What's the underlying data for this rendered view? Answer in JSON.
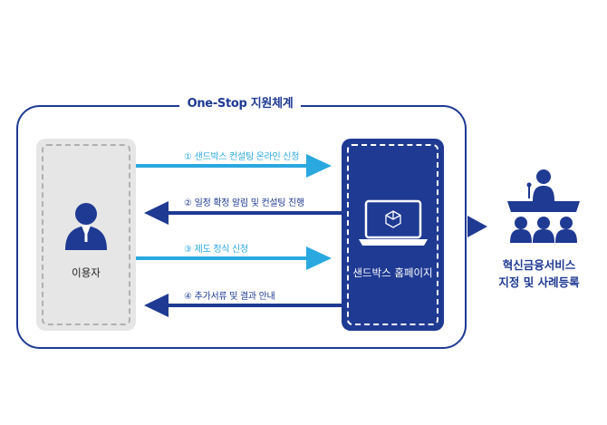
{
  "frame_title": "One-Stop 지원체계",
  "user": {
    "label": "이용자",
    "icon": "user-icon"
  },
  "site": {
    "label": "샌드박스 홈페이지",
    "icon": "laptop-icon"
  },
  "steps": [
    {
      "num": "①",
      "label": "샌드박스 컨설팅 온라인 신청",
      "direction": "to-site",
      "color": "#2aa8e0"
    },
    {
      "num": "②",
      "label": "일정 확정 알림 및 컨설팅 진행",
      "direction": "to-user",
      "color": "#1f3a93"
    },
    {
      "num": "③",
      "label": "제도 정식 신청",
      "direction": "to-site",
      "color": "#2aa8e0"
    },
    {
      "num": "④",
      "label": "추가서류 및 결과 안내",
      "direction": "to-user",
      "color": "#1f3a93"
    }
  ],
  "result": {
    "line1": "혁신금융서비스",
    "line2": "지정 및 사례등록",
    "icon": "committee-podium-icon"
  },
  "colors": {
    "navy": "#1f3a93",
    "sky": "#2aa8e0",
    "gray": "#e6e6e6"
  }
}
